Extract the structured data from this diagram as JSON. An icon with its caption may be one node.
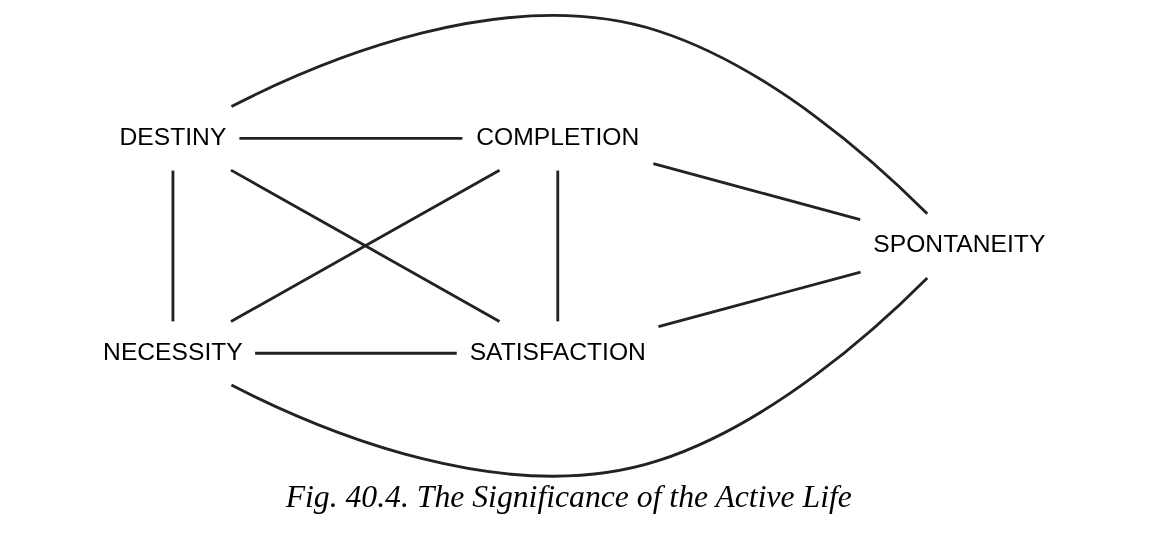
{
  "diagram": {
    "caption": "Fig. 40.4. The Significance of the Active Life",
    "nodes": [
      {
        "text": [
          "DESTINY"
        ]
      },
      {
        "text": [
          "COMPLETION"
        ]
      },
      {
        "text": [
          "SPONTANEITY"
        ]
      },
      {
        "text": [
          "SATISFACTION"
        ]
      },
      {
        "text": [
          "NECESSITY"
        ]
      }
    ],
    "edges": [
      {
        "from": 0,
        "to": 1,
        "arrow": "none"
      },
      {
        "from": 0,
        "to": 2,
        "arrow": "none"
      },
      {
        "from": 0,
        "to": 3,
        "arrow": "none"
      },
      {
        "from": 0,
        "to": 4,
        "arrow": "none"
      },
      {
        "from": 1,
        "to": 2,
        "arrow": "none"
      },
      {
        "from": 1,
        "to": 3,
        "arrow": "none"
      },
      {
        "from": 1,
        "to": 4,
        "arrow": "none"
      },
      {
        "from": 2,
        "to": 3,
        "arrow": "none"
      },
      {
        "from": 2,
        "to": 4,
        "arrow": "none"
      },
      {
        "from": 3,
        "to": 4,
        "arrow": "none"
      }
    ]
  }
}
